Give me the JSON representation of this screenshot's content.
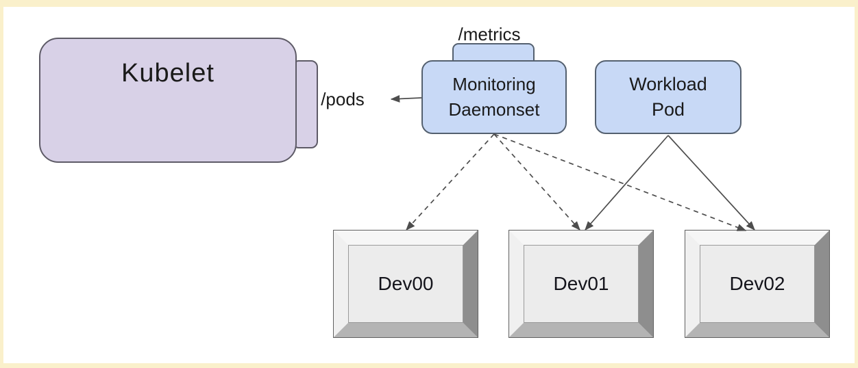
{
  "nodes": {
    "kubelet": {
      "label": "Kubelet",
      "type": "rounded-box",
      "fill": "#d8d1e7"
    },
    "monitoring_daemonset": {
      "label": "Monitoring\nDaemonset",
      "type": "rounded-box",
      "fill": "#c8d9f6"
    },
    "workload_pod": {
      "label": "Workload\nPod",
      "type": "rounded-box",
      "fill": "#c8d9f6"
    }
  },
  "endpoints": {
    "pods": "/pods",
    "metrics": "/metrics"
  },
  "devices": [
    {
      "label": "Dev00"
    },
    {
      "label": "Dev01"
    },
    {
      "label": "Dev02"
    }
  ],
  "edges": [
    {
      "from": "monitoring_daemonset",
      "to": "kubelet_pods_endpoint",
      "style": "solid",
      "arrow": true
    },
    {
      "from": "monitoring_daemonset",
      "to": "Dev00",
      "style": "dashed",
      "arrow": true
    },
    {
      "from": "monitoring_daemonset",
      "to": "Dev01",
      "style": "dashed",
      "arrow": true
    },
    {
      "from": "monitoring_daemonset",
      "to": "Dev02",
      "style": "dashed",
      "arrow": true
    },
    {
      "from": "workload_pod",
      "to": "Dev01",
      "style": "solid",
      "arrow": true
    },
    {
      "from": "workload_pod",
      "to": "Dev02",
      "style": "solid",
      "arrow": true
    }
  ],
  "colors": {
    "page_background": "#faf0cb",
    "canvas_background": "#ffffff",
    "purple_fill": "#d8d1e7",
    "purple_border": "#5d5a66",
    "blue_fill": "#c8d9f6",
    "blue_border": "#54606f",
    "arrow": "#4d4d4d",
    "device_face": "#ececec",
    "device_bevel_light": "#f6f6f6",
    "device_bevel_dark": "#8e8e8e",
    "device_bevel_bottom": "#b4b4b4"
  }
}
